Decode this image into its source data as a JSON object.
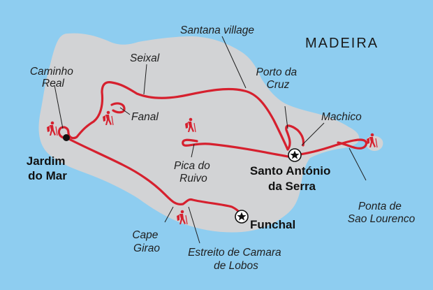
{
  "map": {
    "title": "MADEIRA",
    "colors": {
      "sea": "#8ecdf0",
      "land": "#d2d3d5",
      "route": "#d6202e",
      "text": "#1e1e1e"
    },
    "places": {
      "caminho_real": [
        "Caminho",
        "Real"
      ],
      "seixal": "Seixal",
      "santana": "Santana village",
      "porto_da_cruz": [
        "Porto da",
        "Cruz"
      ],
      "machico": "Machico",
      "fanal": "Fanal",
      "jardim_do_mar": [
        "Jardim",
        "do Mar"
      ],
      "pico_do_ruivo": [
        "Pica do",
        "Ruivo"
      ],
      "santo_antonio": [
        "Santo António",
        "da Serra"
      ],
      "ponta": [
        "Ponta de",
        "Sao Lourenco"
      ],
      "funchal": "Funchal",
      "cape_girao": [
        "Cape",
        "Girao"
      ],
      "estreito": [
        "Estreito de Camara",
        "de Lobos"
      ]
    },
    "icons": {
      "hiker": "hiker-icon",
      "start_point": "dot-marker-icon",
      "overnight": "star-marker-icon"
    }
  }
}
